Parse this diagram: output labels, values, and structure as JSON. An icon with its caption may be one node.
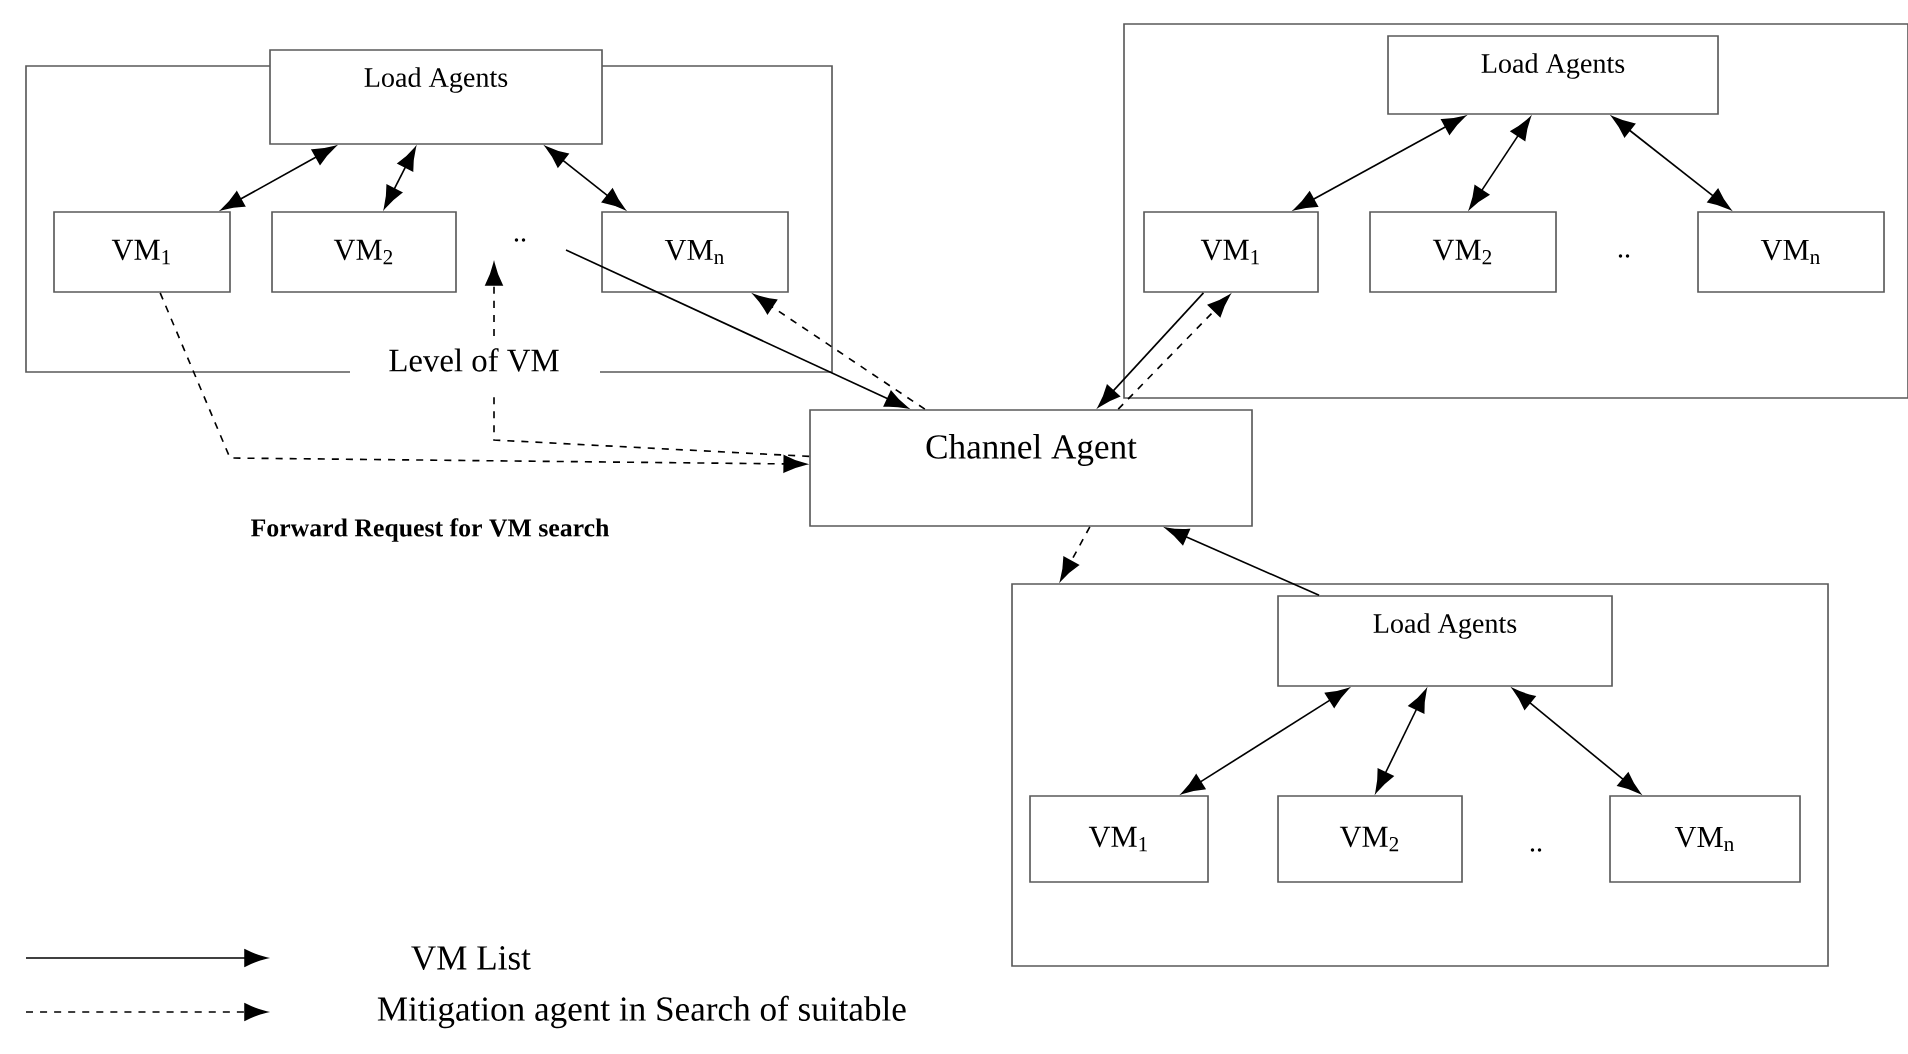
{
  "diagram": {
    "nodes": [
      {
        "text": [
          "Level of VM"
        ]
      },
      {
        "text": [
          "Load Agents"
        ],
        "in": 0
      },
      {
        "text": [
          "VM$_{1}$"
        ],
        "in": 0
      },
      {
        "text": [
          "VM$_{2}$"
        ],
        "in": 0
      },
      {
        "text": [
          "VM$_{n}$"
        ],
        "in": 0
      },
      {
        "text": [],
        "shape": "box"
      },
      {
        "text": [
          "Load Agents"
        ],
        "in": 5
      },
      {
        "text": [
          "VM$_{1}$"
        ],
        "in": 5
      },
      {
        "text": [
          "VM$_{2}$"
        ],
        "in": 5
      },
      {
        "text": [
          "VM$_{n}$"
        ],
        "in": 5
      },
      {
        "text": [
          "Channel Agent"
        ]
      },
      {
        "text": [],
        "shape": "box"
      },
      {
        "text": [
          "Load Agents"
        ],
        "in": 11
      },
      {
        "text": [
          "VM$_{1}$"
        ],
        "in": 11
      },
      {
        "text": [
          "VM$_{2}$"
        ],
        "in": 11
      },
      {
        "text": [
          "VM$_{n}$"
        ],
        "in": 11
      }
    ],
    "edges": [
      {
        "from": 1,
        "to": 2,
        "arrow": "both"
      },
      {
        "from": 1,
        "to": 3,
        "arrow": "both"
      },
      {
        "from": 1,
        "to": 4,
        "arrow": "both"
      },
      {
        "from": 6,
        "to": 7,
        "arrow": "both"
      },
      {
        "from": 6,
        "to": 8,
        "arrow": "both"
      },
      {
        "from": 6,
        "to": 9,
        "arrow": "both"
      },
      {
        "from": 12,
        "to": 13,
        "arrow": "both"
      },
      {
        "from": 12,
        "to": 14,
        "arrow": "both"
      },
      {
        "from": 12,
        "to": 15,
        "arrow": "both"
      },
      {
        "from": null,
        "to": 10,
        "arrow": "to"
      },
      {
        "from": 7,
        "to": 10,
        "arrow": "to"
      },
      {
        "from": 12,
        "to": 10,
        "arrow": "to"
      },
      {
        "from": 10,
        "to": 4,
        "arrow": "to",
        "style": "dashed"
      },
      {
        "from": 10,
        "to": 7,
        "arrow": "to",
        "style": "dashed"
      },
      {
        "from": 10,
        "to": 11,
        "arrow": "to",
        "style": "dashed"
      },
      {
        "from": 2,
        "to": 10,
        "arrow": "to",
        "style": "dashed"
      },
      {
        "from": 10,
        "to": null,
        "arrow": "to",
        "style": "dashed"
      }
    ],
    "labels": [
      "..",
      "..",
      "..",
      "Forward Request for VM search"
    ],
    "legend": [
      {
        "text": "VM List"
      },
      {
        "text": "Mitigation agent in Search of suitable"
      }
    ]
  }
}
